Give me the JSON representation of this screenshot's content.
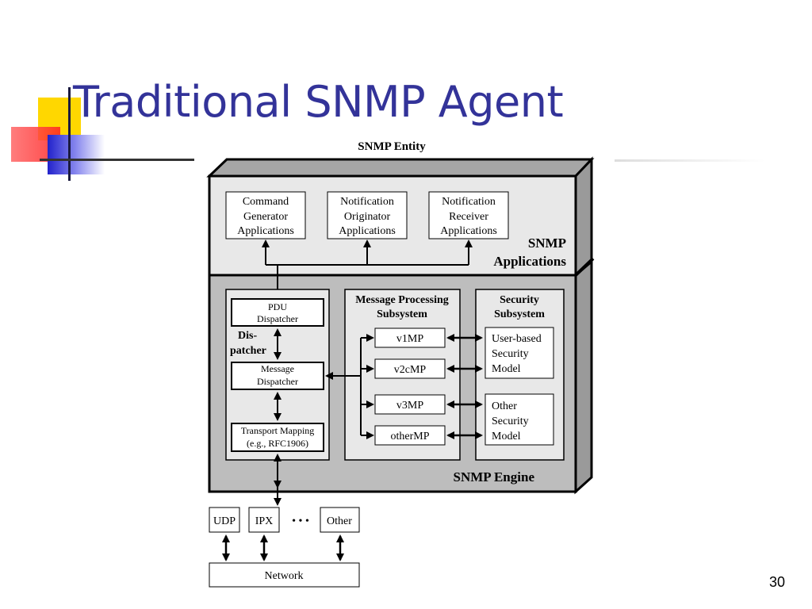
{
  "slide": {
    "title": "Traditional SNMP Agent",
    "page_number": "30"
  },
  "diagram": {
    "entity_title": "SNMP Entity",
    "applications": {
      "label_line1": "SNMP",
      "label_line2": "Applications",
      "boxes": [
        [
          "Command",
          "Generator",
          "Applications"
        ],
        [
          "Notification",
          "Originator",
          "Applications"
        ],
        [
          "Notification",
          "Receiver",
          "Applications"
        ]
      ]
    },
    "engine": {
      "label": "SNMP Engine",
      "dispatcher": {
        "label_line1": "Dis-",
        "label_line2": "patcher",
        "pdu": [
          "PDU",
          "Dispatcher"
        ],
        "message": [
          "Message",
          "Dispatcher"
        ],
        "transport": [
          "Transport Mapping",
          "(e.g., RFC1906)"
        ]
      },
      "message_processing": {
        "title_line1": "Message Processing",
        "title_line2": "Subsystem",
        "models": [
          "v1MP",
          "v2cMP",
          "v3MP",
          "otherMP"
        ]
      },
      "security": {
        "title_line1": "Security",
        "title_line2": "Subsystem",
        "usm": [
          "User-based",
          "Security",
          "Model"
        ],
        "other": [
          "Other",
          "Security",
          "Model"
        ]
      }
    },
    "transports": {
      "items": [
        "UDP",
        "IPX",
        "Other"
      ],
      "ellipsis": "• • •"
    },
    "network": "Network"
  }
}
